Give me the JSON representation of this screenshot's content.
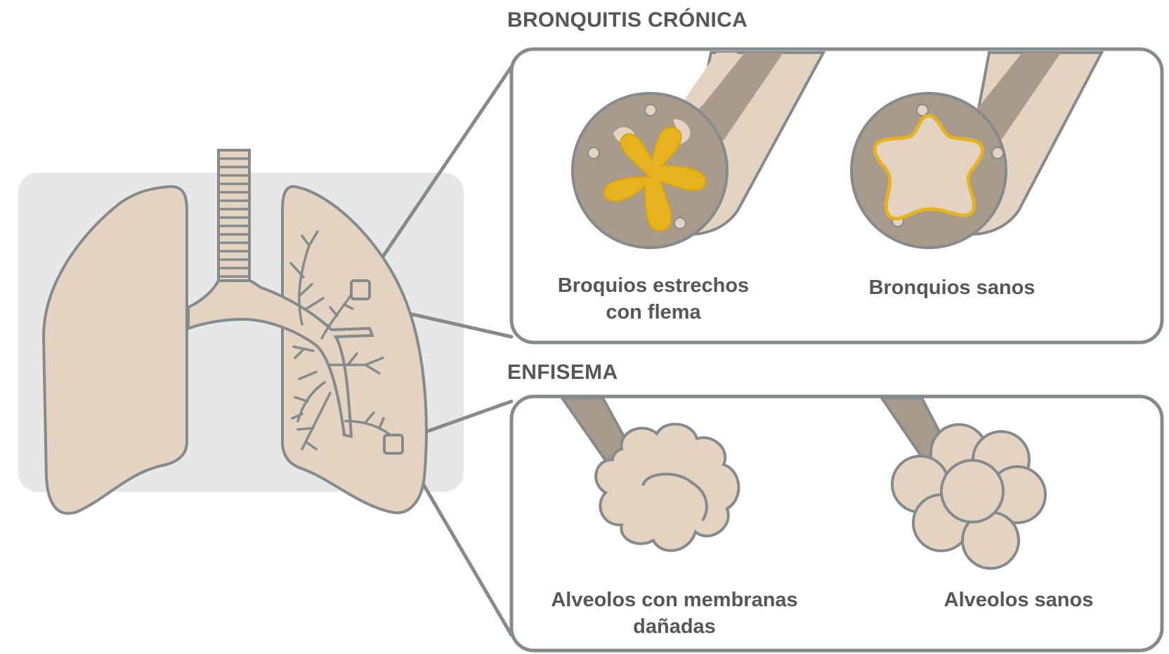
{
  "sections": {
    "bronchitis": {
      "title": "BRONQUITIS CRÓNICA",
      "left_caption": [
        "Broquios estrechos",
        "con flema"
      ],
      "right_caption": [
        "Bronquios sanos"
      ]
    },
    "emphysema": {
      "title": "ENFISEMA",
      "left_caption": [
        "Alveolos con membranas",
        "dañadas"
      ],
      "right_caption": [
        "Alveolos sanos"
      ]
    }
  },
  "colors": {
    "tissue": "#e3d3c0",
    "tissue_dark": "#a89b8c",
    "outline": "#858a8c",
    "phlegm": "#e6b21e",
    "background_panel": "#e5e7e9",
    "text": "#555758"
  }
}
